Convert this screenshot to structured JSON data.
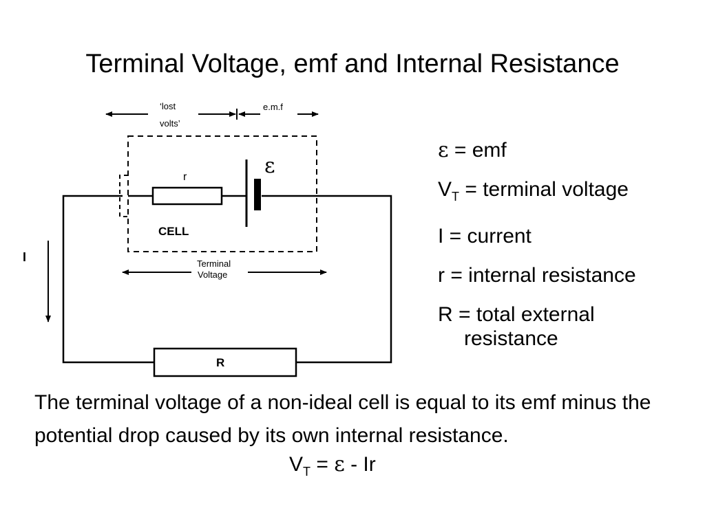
{
  "slide": {
    "title": "Terminal Voltage, emf and Internal Resistance"
  },
  "diagram": {
    "lost_volts_line1": "‘lost",
    "lost_volts_line2": "volts’",
    "emf_label": "e.m.f",
    "epsilon_symbol": "ε",
    "r_label": "r",
    "cell_label": "CELL",
    "current_label": "I",
    "terminal_label_line1": "Terminal",
    "terminal_label_line2": "Voltage",
    "R_label": "R"
  },
  "legend": {
    "epsilon_symbol": "ε",
    "epsilon_def": " = emf",
    "vt_var": "V",
    "vt_sub": "T",
    "vt_def": " = terminal voltage",
    "i_def": "I = current",
    "r_def": "r = internal resistance",
    "R_def_line1": "R = total external",
    "R_def_line2": "resistance"
  },
  "body": {
    "paragraph": "The terminal voltage of a non-ideal cell is equal to its emf minus the potential drop caused by its own internal resistance.",
    "formula_var": "V",
    "formula_sub": "T",
    "formula_eq": " = ",
    "formula_eps": "ε",
    "formula_rest": " - Ir"
  }
}
